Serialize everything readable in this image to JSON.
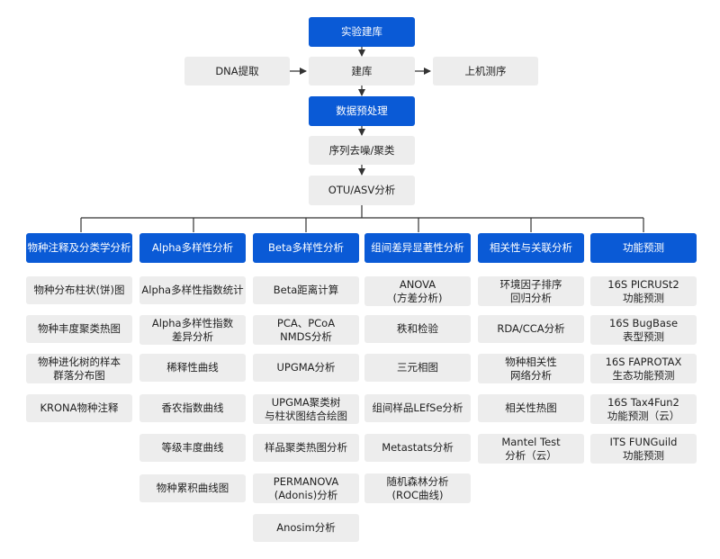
{
  "top": {
    "library_build": "实验建库",
    "dna_extract": "DNA提取",
    "library": "建库",
    "sequencing": "上机测序",
    "data_preprocess": "数据预处理",
    "denoise": "序列去噪/聚类",
    "otu_asv": "OTU/ASV分析"
  },
  "columns": [
    {
      "header": "物种注释及分类学分析",
      "items": [
        "物种分布柱状(饼)图",
        "物种丰度聚类热图",
        "物种进化树的样本\n群落分布图",
        "KRONA物种注释"
      ]
    },
    {
      "header": "Alpha多样性分析",
      "items": [
        "Alpha多样性指数统计",
        "Alpha多样性指数\n差异分析",
        "稀释性曲线",
        "香农指数曲线",
        "等级丰度曲线",
        "物种累积曲线图"
      ]
    },
    {
      "header": "Beta多样性分析",
      "items": [
        "Beta距离计算",
        "PCA、PCoA\nNMDS分析",
        "UPGMA分析",
        "UPGMA聚类树\n与柱状图结合绘图",
        "样品聚类热图分析",
        "PERMANOVA\n(Adonis)分析",
        "Anosim分析"
      ]
    },
    {
      "header": "组间差异显著性分析",
      "items": [
        "ANOVA\n(方差分析)",
        "秩和检验",
        "三元相图",
        "组间样品LEfSe分析",
        "Metastats分析",
        "随机森林分析\n(ROC曲线)"
      ]
    },
    {
      "header": "相关性与关联分析",
      "items": [
        "环境因子排序\n回归分析",
        "RDA/CCA分析",
        "物种相关性\n网络分析",
        "相关性热图",
        "Mantel Test\n分析（云）"
      ]
    },
    {
      "header": "功能预测",
      "items": [
        "16S PICRUSt2\n功能预测",
        "16S BugBase\n表型预测",
        "16S FAPROTAX\n生态功能预测",
        "16S Tax4Fun2\n功能预测（云）",
        "ITS FUNGuild\n功能预测"
      ]
    }
  ]
}
